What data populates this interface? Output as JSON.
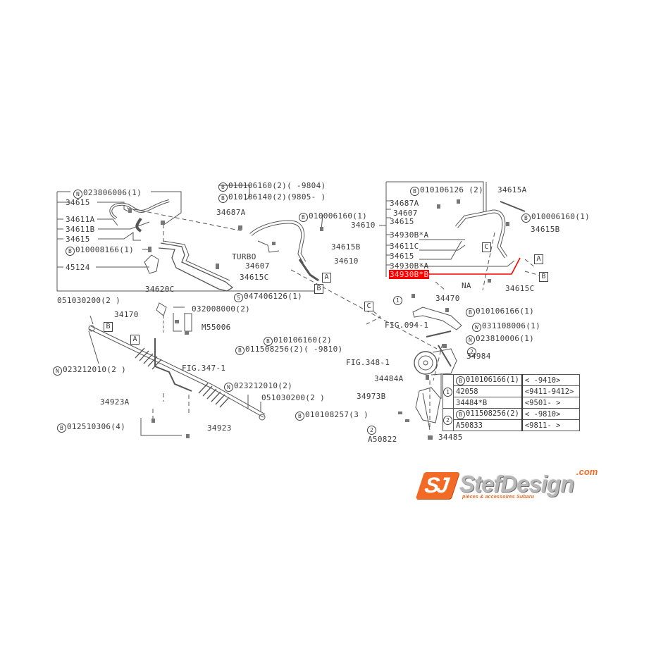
{
  "diagram": {
    "title": "Power steering system parts diagram",
    "highlight_color": "#ff0000",
    "left_group": {
      "labels": [
        {
          "prefix": "N",
          "text": "023806006(1)"
        },
        {
          "text": "34615"
        },
        {
          "text": "34611A"
        },
        {
          "text": "34611B"
        },
        {
          "text": "34615"
        },
        {
          "prefix": "B",
          "text": "010008166(1)"
        },
        {
          "text": "45124"
        },
        {
          "text": "34620C"
        }
      ]
    },
    "center_group": {
      "labels": [
        {
          "prefix": "B",
          "text": "010106160(2)( -9804)"
        },
        {
          "prefix": "B",
          "text": "010106140(2)(9805- )"
        },
        {
          "text": "34687A"
        },
        {
          "prefix": "B",
          "text": "010006160(1)"
        },
        {
          "text": "34615B"
        },
        {
          "text": "TURBO"
        },
        {
          "text": "34607"
        },
        {
          "text": "34610"
        },
        {
          "text": "34615C"
        },
        {
          "prefix": "S",
          "text": "047406126(1)"
        }
      ]
    },
    "right_group": {
      "parent": "34610",
      "labels": [
        {
          "prefix": "B",
          "text": "010106126 (2)"
        },
        {
          "text": "34615A"
        },
        {
          "text": "34687A"
        },
        {
          "text": "34607"
        },
        {
          "prefix": "B",
          "text": "010006160(1)"
        },
        {
          "text": "34615"
        },
        {
          "text": "34615B"
        },
        {
          "text": "34930B*A"
        },
        {
          "text": "34611C"
        },
        {
          "text": "34615"
        },
        {
          "text": "34930B*A"
        },
        {
          "text": "34930B*B",
          "highlighted": true
        },
        {
          "text": "NA"
        },
        {
          "text": "34615C"
        }
      ]
    },
    "rack_group": {
      "labels": [
        {
          "text": "051030200(2 )"
        },
        {
          "text": "34170"
        },
        {
          "text": "032008000(2)"
        },
        {
          "text": "M55006"
        },
        {
          "prefix": "N",
          "text": "023212010(2 )"
        },
        {
          "text": "FIG.347-1"
        },
        {
          "prefix": "N",
          "text": "023212010(2)"
        },
        {
          "text": "051030200(2 )"
        },
        {
          "text": "34923A"
        },
        {
          "prefix": "B",
          "text": "012510306(4)"
        },
        {
          "text": "34923"
        },
        {
          "prefix": "B",
          "text": "010106160(2)"
        },
        {
          "prefix": "B",
          "text": "011508256(2)( -9810)"
        }
      ]
    },
    "pump_group": {
      "labels": [
        {
          "prefix": "1",
          "text": "34470"
        },
        {
          "prefix": "B",
          "text": "010106166(1)"
        },
        {
          "text": "FIG.094-1"
        },
        {
          "prefix": "W",
          "text": "031108006(1)"
        },
        {
          "prefix": "N",
          "text": "023810006(1)"
        },
        {
          "prefix": "2",
          "text": ""
        },
        {
          "text": "FIG.348-1"
        },
        {
          "text": "34984"
        },
        {
          "text": "34484A"
        },
        {
          "text": "34973B"
        },
        {
          "prefix": "B",
          "text": "010108257(3 )"
        },
        {
          "prefix": "2",
          "text": ""
        },
        {
          "text": "A50822"
        },
        {
          "text": "34485"
        }
      ]
    },
    "connectors": [
      "A",
      "B",
      "C"
    ],
    "reference_table": {
      "rows": [
        {
          "group": "1",
          "part_prefix": "B",
          "part": "010106166(1)",
          "date": "<     -9410>"
        },
        {
          "group": "1",
          "part_prefix": "",
          "part": "42058",
          "date": "<9411-9412>"
        },
        {
          "group": "1",
          "part_prefix": "",
          "part": "34484*B",
          "date": "<9501-     >"
        },
        {
          "group": "2",
          "part_prefix": "B",
          "part": "011508256(2)",
          "date": "<   -9810>"
        },
        {
          "group": "2",
          "part_prefix": "",
          "part": "A50833",
          "date": "<9811-   >"
        }
      ]
    }
  },
  "logo": {
    "mark": "SJ",
    "name": "StefDesign",
    "domain": ".com",
    "tagline": "pièces & accessoires Subaru",
    "brand_color": "#f26a25",
    "text_color": "#b8b8b8"
  }
}
